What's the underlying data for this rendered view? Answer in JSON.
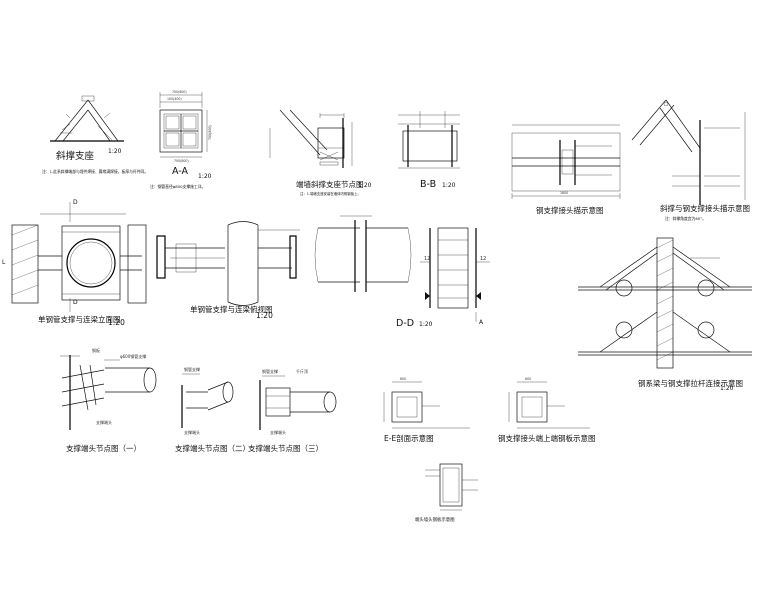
{
  "canvas": {
    "background": "#ffffff",
    "ink": "#111111"
  },
  "views": {
    "brace_seat": {
      "title": "斜撑支座",
      "scale": "1:20",
      "note": "注：1.此系斜撑端部与埋件焊接、翼缘满焊接，板厚与杆件同。"
    },
    "section_aa": {
      "title": "A-A",
      "scale": "1:20",
      "note": "注：钢管直径φ800支撑施工详。",
      "dim_top": "700(800)",
      "dim_top2": "100(400)",
      "dim_side": "700(800)",
      "dim_bot": "700(800)"
    },
    "end_wall": {
      "title": "端墙斜撑支座节点图",
      "scale": "1:20",
      "note": "注：1.端墙支座安装在墙体内侧钢板上。"
    },
    "section_bb": {
      "title": "B-B",
      "scale": "1:20"
    },
    "steel_joint": {
      "title": "钢支撑接头描示意图",
      "dim": "1600"
    },
    "diag_joint": {
      "title": "斜撑与钢支撑接头描示意图",
      "note": "注：斜撑角度宜为60°。"
    },
    "single_brace": {
      "title": "单钢管支撑与连梁立面图",
      "scale": "1:20",
      "label_d": "D",
      "label_l": "L"
    },
    "single_plan": {
      "title": "单钢管支撑与连梁俯视图",
      "scale": "1:20"
    },
    "section_dd": {
      "title": "D-D",
      "scale": "1:20",
      "weld": "12",
      "label_a": "A"
    },
    "tie_beam": {
      "title": "钢系梁与钢支撑拉杆连接示意图",
      "scale": "1:20"
    },
    "joint_1": {
      "title": "支撑端头节点图（一）",
      "label_a": "φ600钢管支撑",
      "label_b": "支撑端头",
      "label_c": "钢板"
    },
    "joint_2": {
      "title": "支撑端头节点图（二）",
      "label_a": "钢管支撑",
      "label_b": "支撑端头"
    },
    "joint_3": {
      "title": "支撑端头节点图（三）",
      "label_a": "钢管支撑",
      "label_b": "支撑端头",
      "label_c": "千斤顶"
    },
    "section_ee": {
      "title": "E-E剖面示意图",
      "dim": "600"
    },
    "joint_plate": {
      "title": "钢支撑接头端上端钢板示意图",
      "dim": "600"
    },
    "end_plate": {
      "title": "端头墙头钢板示意图"
    }
  }
}
